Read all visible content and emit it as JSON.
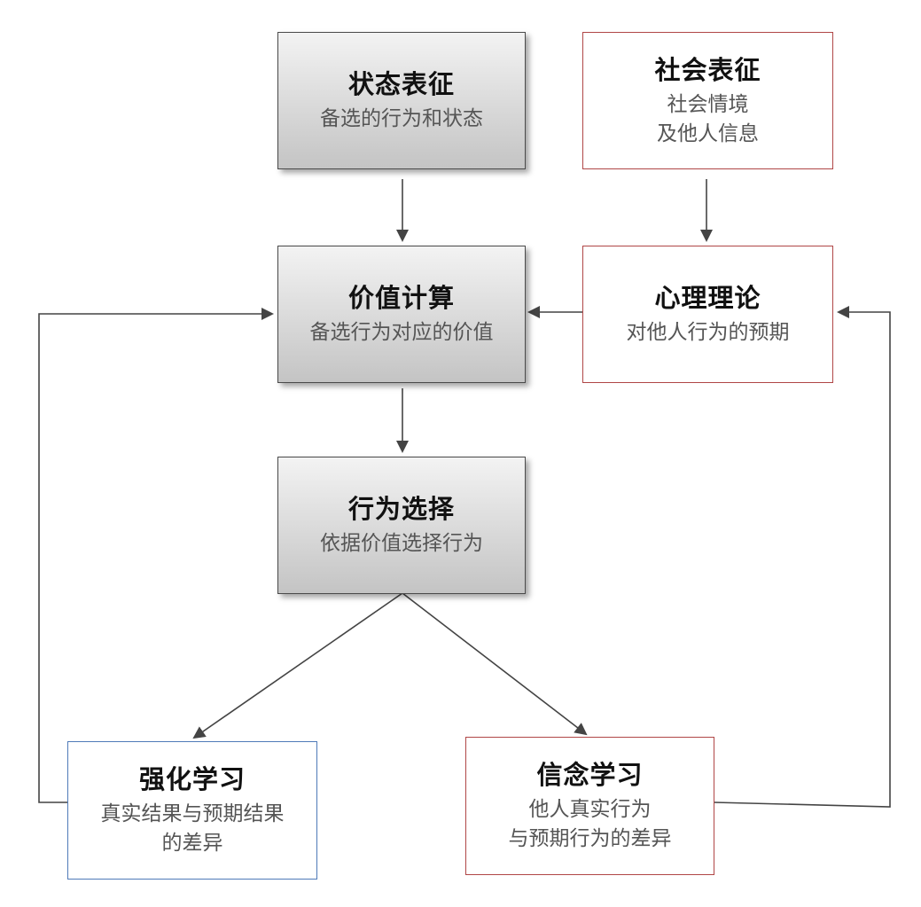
{
  "nodes": {
    "state": {
      "title": "状态表征",
      "lines": [
        "备选的行为和状态"
      ]
    },
    "social": {
      "title": "社会表征",
      "lines": [
        "社会情境",
        "及他人信息"
      ]
    },
    "value": {
      "title": "价值计算",
      "lines": [
        "备选行为对应的价值"
      ]
    },
    "mind": {
      "title": "心理理论",
      "lines": [
        "对他人行为的预期"
      ]
    },
    "choice": {
      "title": "行为选择",
      "lines": [
        "依据价值选择行为"
      ]
    },
    "rl": {
      "title": "强化学习",
      "lines": [
        "真实结果与预期结果",
        "的差异"
      ]
    },
    "belief": {
      "title": "信念学习",
      "lines": [
        "他人真实行为",
        "与预期行为的差异"
      ]
    }
  },
  "colors": {
    "arrow": "#444444",
    "gray_border": "#4a4a4a",
    "red_border": "#b04646",
    "blue_border": "#4f7ab8"
  }
}
